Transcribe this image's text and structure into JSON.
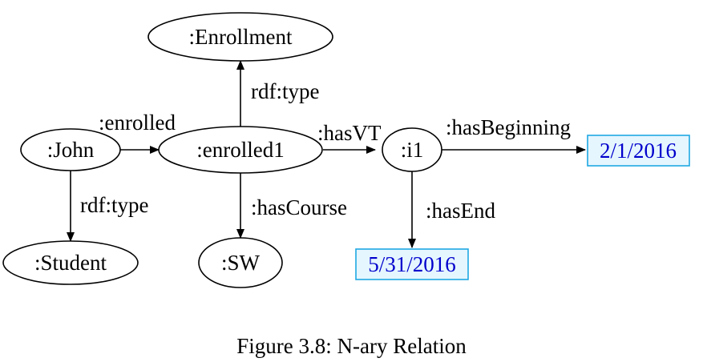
{
  "colors": {
    "literal_text": "#0000cc",
    "literal_fill": "#e5f6ff",
    "literal_border": "#1fa8e3",
    "stroke": "#000000"
  },
  "nodes": {
    "enrollment": ":Enrollment",
    "john": ":John",
    "enrolled1": ":enrolled1",
    "i1": ":i1",
    "student": ":Student",
    "sw": ":SW"
  },
  "literals": {
    "beginning": "2/1/2016",
    "end": "5/31/2016"
  },
  "edges": {
    "enrolled": ":enrolled",
    "type_enrollment": "rdf:type",
    "type_student": "rdf:type",
    "has_vt": ":hasVT",
    "has_course": ":hasCourse",
    "has_beginning": ":hasBeginning",
    "has_end": ":hasEnd"
  },
  "caption": "Figure 3.8: N-ary Relation"
}
